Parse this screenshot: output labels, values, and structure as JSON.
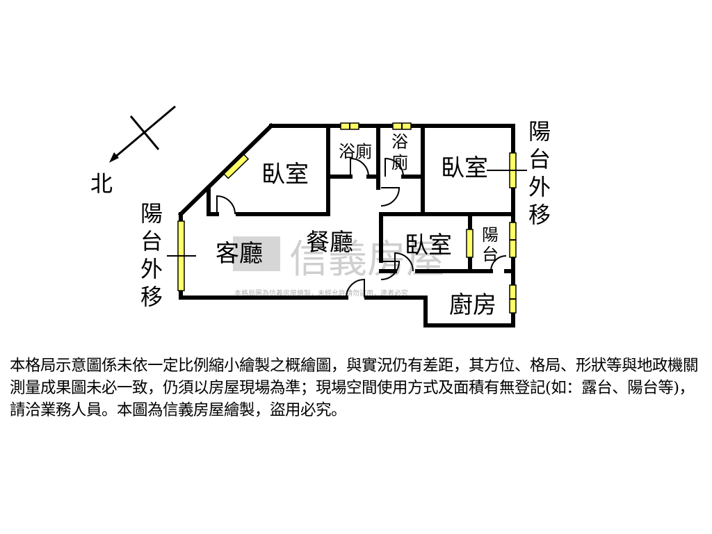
{
  "compass": {
    "label": "北",
    "icon": "north-arrow-icon"
  },
  "rooms": {
    "bedroom_1": "臥室",
    "bath_1": "浴廁",
    "bath_2_line1": "浴",
    "bath_2_line2": "廁",
    "bedroom_2": "臥室",
    "living_room": "客廳",
    "dining_room": "餐廳",
    "bedroom_3": "臥室",
    "balcony_line1": "陽",
    "balcony_line2": "台",
    "kitchen": "廚房"
  },
  "side_notes": {
    "left": [
      "陽",
      "台",
      "外",
      "移"
    ],
    "right": [
      "陽",
      "台",
      "外",
      "移"
    ]
  },
  "watermark": {
    "brand": "信義房屋",
    "notice": "本格局圖為信義房屋繪製，未經允許請勿盜用，違者必究"
  },
  "disclaimer": "本格局示意圖係未依一定比例縮小繪製之概繪圖，與實況仍有差距，其方位、格局、形狀等與地政機關測量成果圖未必一致，仍須以房屋現場為準；現場空間使用方式及面積有無登記(如：露台、陽台等)，請洽業務人員。本圖為信義房屋繪製，盜用必究。",
  "colors": {
    "window": "#ffff66",
    "wall": "#000000",
    "watermark": "#bfbfbf"
  }
}
